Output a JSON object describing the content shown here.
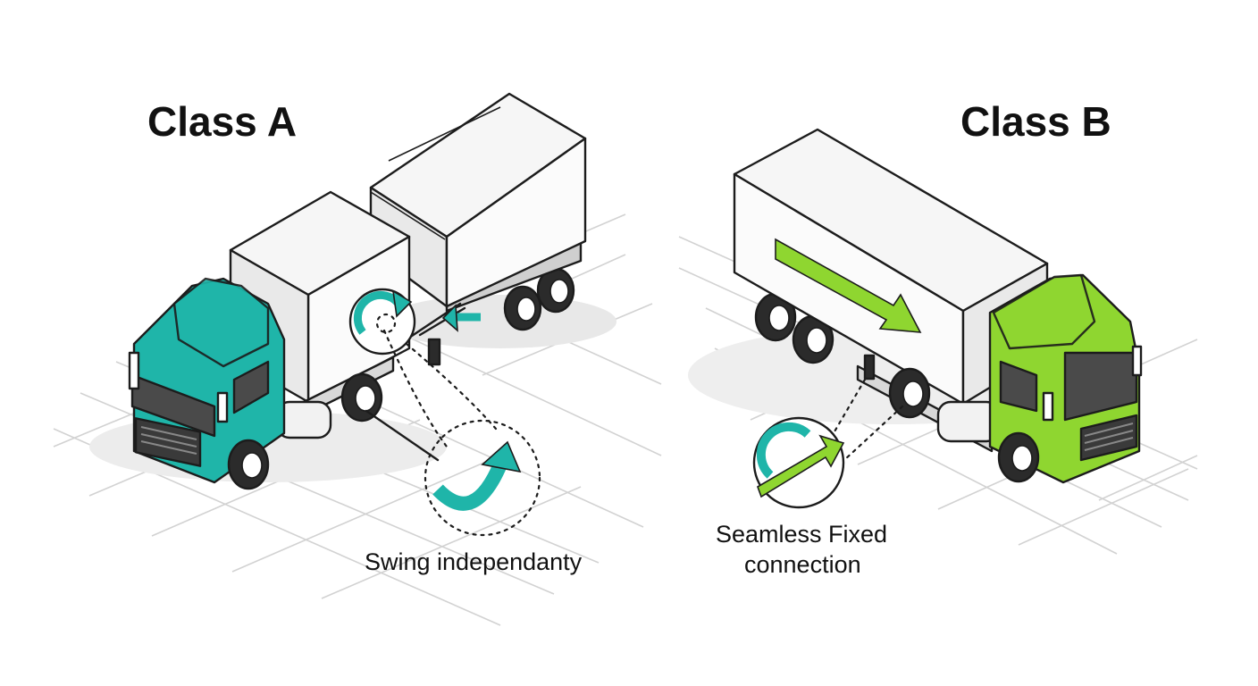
{
  "panels": [
    {
      "id": "class-a",
      "title": "Class A",
      "caption_lines": [
        "Swing independanty"
      ],
      "cab_color": "#1fb5a9",
      "arrow_color": "#1fb5a9"
    },
    {
      "id": "class-b",
      "title": "Class B",
      "caption_lines": [
        "Seamless Fixed",
        "connection"
      ],
      "cab_color": "#8fd630",
      "arrow_color": "#8fd630"
    }
  ],
  "colors": {
    "box_top": "#f6f6f6",
    "box_front": "#e9e9e9",
    "box_side": "#fbfbfb",
    "outline": "#1c1c1c",
    "grid": "#d2d2d2",
    "tyre": "#2b2b2b",
    "window": "#4a4a4a"
  }
}
